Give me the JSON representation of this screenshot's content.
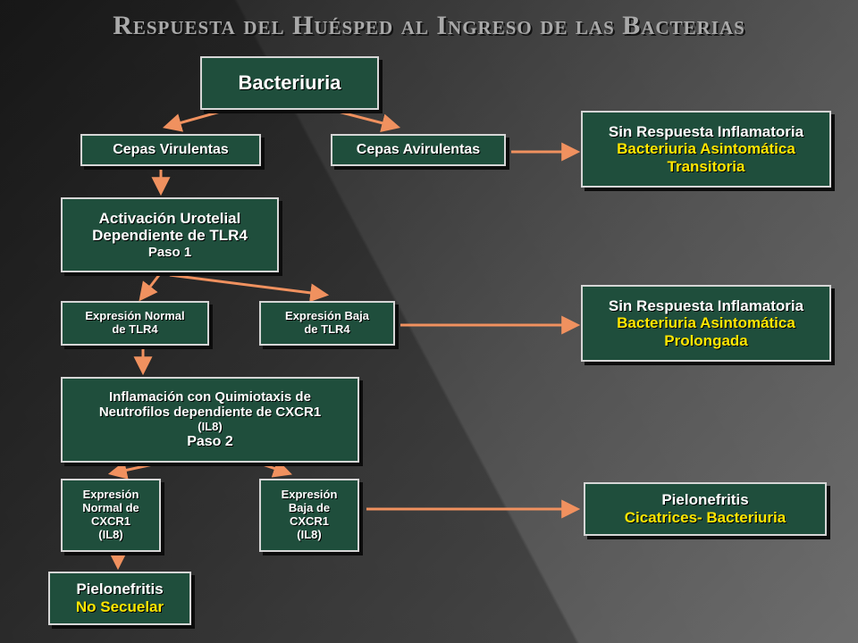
{
  "title": "Respuesta del Huésped al Ingreso de las Bacterias",
  "colors": {
    "box_fill": "#1f4e3c",
    "box_border": "#d6d6d6",
    "arrow": "#f0915f",
    "highlight_text": "#ffe600"
  },
  "nodes": {
    "bacteriuria": {
      "l1": "Bacteriuria"
    },
    "cepas_virulentas": {
      "l1": "Cepas Virulentas"
    },
    "cepas_avirulentas": {
      "l1": "Cepas Avirulentas"
    },
    "sin_resp_1": {
      "l1": "Sin Respuesta Inflamatoria",
      "l2": "Bacteriuria Asintomática",
      "l3": "Transitoria"
    },
    "activacion": {
      "l1": "Activación Urotelial",
      "l2": "Dependiente de TLR4",
      "l3": "Paso 1"
    },
    "expr_normal_tlr4": {
      "l1": "Expresión Normal",
      "l2": "de TLR4"
    },
    "expr_baja_tlr4": {
      "l1": "Expresión Baja",
      "l2": "de TLR4"
    },
    "sin_resp_2": {
      "l1": "Sin Respuesta Inflamatoria",
      "l2": "Bacteriuria Asintomática",
      "l3": "Prolongada"
    },
    "inflamacion": {
      "l1": "Inflamación con Quimiotaxis de",
      "l2": "Neutrofilos dependiente de CXCR1",
      "l3": "(IL8)",
      "l4": "Paso 2"
    },
    "expr_normal_cxcr1": {
      "l1": "Expresión",
      "l2": "Normal de",
      "l3": "CXCR1",
      "l4": "(IL8)"
    },
    "expr_baja_cxcr1": {
      "l1": "Expresión",
      "l2": "Baja de",
      "l3": "CXCR1",
      "l4": "(IL8)"
    },
    "pielo_cicatrices": {
      "l1": "Pielonefritis",
      "l2": "Cicatrices- Bacteriuria"
    },
    "pielo_no_secuelar": {
      "l1": "Pielonefritis",
      "l2": "No Secuelar"
    }
  }
}
